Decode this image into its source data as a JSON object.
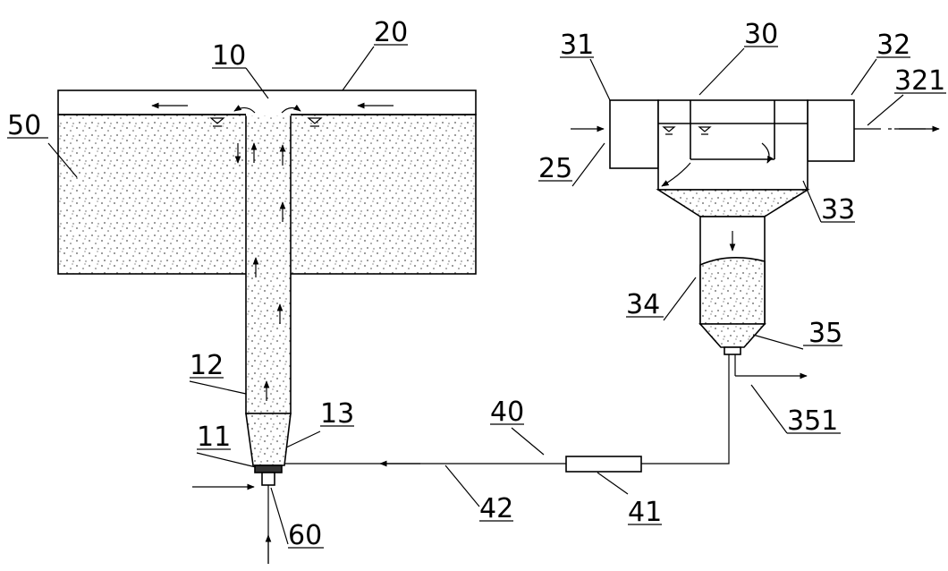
{
  "labels": {
    "l10": "10",
    "l20": "20",
    "l30": "30",
    "l31": "31",
    "l32": "32",
    "l321": "321",
    "l25": "25",
    "l33": "33",
    "l50": "50",
    "l34": "34",
    "l35": "35",
    "l12": "12",
    "l13": "13",
    "l11": "11",
    "l40": "40",
    "l351": "351",
    "l41": "41",
    "l42": "42",
    "l60": "60"
  }
}
